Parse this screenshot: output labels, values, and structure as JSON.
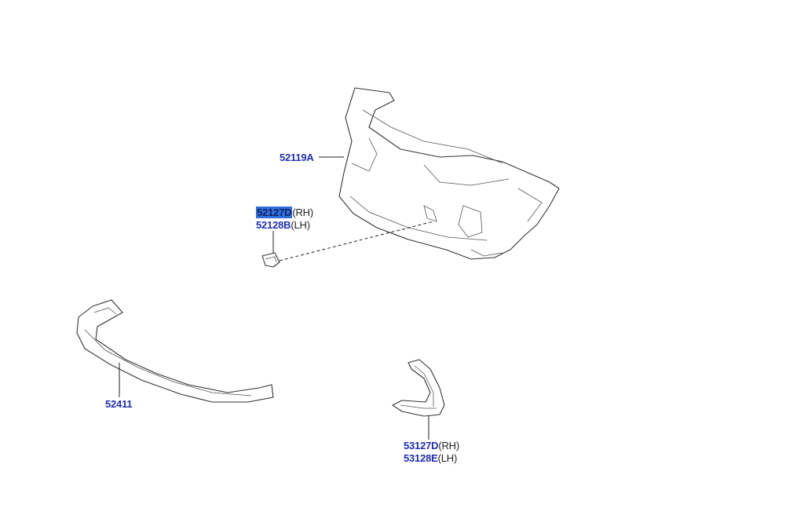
{
  "parts": {
    "front_bumper": {
      "number": "52119A"
    },
    "tow_hook_cover": [
      {
        "number": "52127D",
        "side": "(RH)"
      },
      {
        "number": "52128B",
        "side": "(LH)"
      }
    ],
    "lower_spoiler": {
      "number": "52411"
    },
    "fog_lamp_bezel": [
      {
        "number": "53127D",
        "side": "(RH)"
      },
      {
        "number": "53128E",
        "side": "(LH)"
      }
    ]
  },
  "colors": {
    "part_number": "#1f2fb4",
    "highlight": "#2f6fe0",
    "line": "#333333"
  }
}
